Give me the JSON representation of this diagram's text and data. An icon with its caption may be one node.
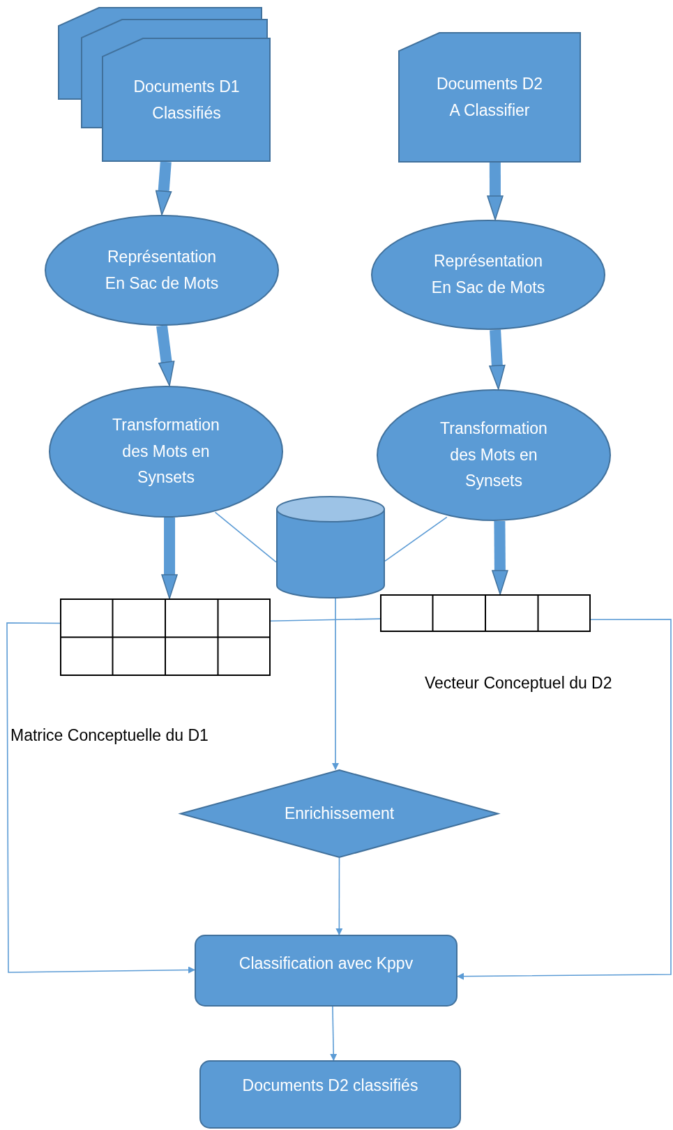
{
  "diagram": {
    "nodes": [
      {
        "text": [
          "Documents D1 Classifiés"
        ]
      },
      {
        "text": [
          "Documents D2 A Classifier"
        ]
      },
      {
        "text": [
          "Représentation En Sac de Mots"
        ]
      },
      {
        "text": [
          "Représentation En Sac de Mots"
        ]
      },
      {
        "text": [
          "Transformation des Mots en Synsets"
        ]
      },
      {
        "text": [
          "Transformation des Mots en Synsets"
        ]
      },
      {
        "text": [],
        "shape": "cylinder"
      },
      {
        "text": [],
        "shape": "box"
      },
      {
        "text": [],
        "shape": "box"
      },
      {
        "text": [
          "Enrichissement"
        ]
      },
      {
        "text": [
          "Classification avec Kppv"
        ]
      },
      {
        "text": [
          "Documents D2 classifiés"
        ]
      }
    ],
    "edges": [
      {
        "from": 0,
        "to": 2,
        "arrow": "to",
        "style": "thick"
      },
      {
        "from": 2,
        "to": 4,
        "arrow": "to",
        "style": "thick"
      },
      {
        "from": 4,
        "to": 7,
        "arrow": "to",
        "style": "thick"
      },
      {
        "from": 1,
        "to": 3,
        "arrow": "to",
        "style": "thick"
      },
      {
        "from": 3,
        "to": 5,
        "arrow": "to",
        "style": "thick"
      },
      {
        "from": 5,
        "to": 8,
        "arrow": "to",
        "style": "thick"
      },
      {
        "from": 4,
        "to": 6,
        "arrow": "none"
      },
      {
        "from": 6,
        "to": 5,
        "arrow": "none"
      },
      {
        "from": 7,
        "to": 8,
        "arrow": "none"
      },
      {
        "from": 6,
        "to": 9,
        "arrow": "to"
      },
      {
        "from": 9,
        "to": 10,
        "arrow": "to"
      },
      {
        "from": 7,
        "to": 10,
        "arrow": "to"
      },
      {
        "from": 8,
        "to": 10,
        "arrow": "to"
      },
      {
        "from": 10,
        "to": 11,
        "arrow": "to"
      }
    ],
    "labels": [
      "Vecteur Conceptuel du D2",
      "Matrice Conceptuelle du D1"
    ]
  }
}
